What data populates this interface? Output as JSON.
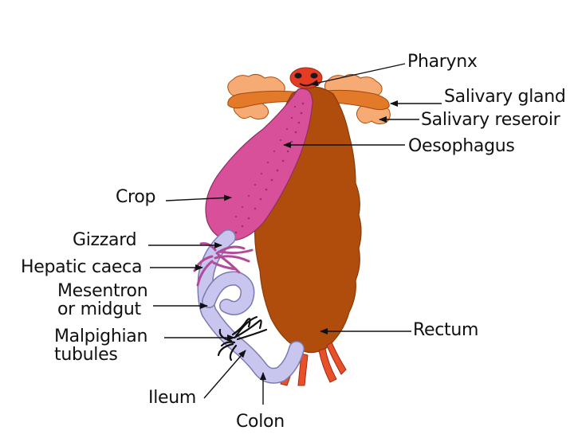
{
  "labels": {
    "pharynx": "Pharynx",
    "salivary_gland": "Salivary gland",
    "salivary_reservoir": "Salivary reseroir",
    "oesophagus": "Oesophagus",
    "crop": "Crop",
    "gizzard": "Gizzard",
    "hepatic_caeca": "Hepatic caeca",
    "mesenteron_line1": "Mesentron",
    "mesenteron_line2": "or midgut",
    "malpighian_line1": "Malpighian",
    "malpighian_line2": "tubules",
    "rectum": "Rectum",
    "ileum": "Ileum",
    "colon": "Colon"
  },
  "colors": {
    "body_brown": "#b04d0c",
    "crop_pink": "#d8509a",
    "salivary_orange": "#f6aa74",
    "intestine_lavender": "#c8c6ef",
    "caeca_purple": "#b24b99",
    "pharynx_red": "#e63c24"
  }
}
